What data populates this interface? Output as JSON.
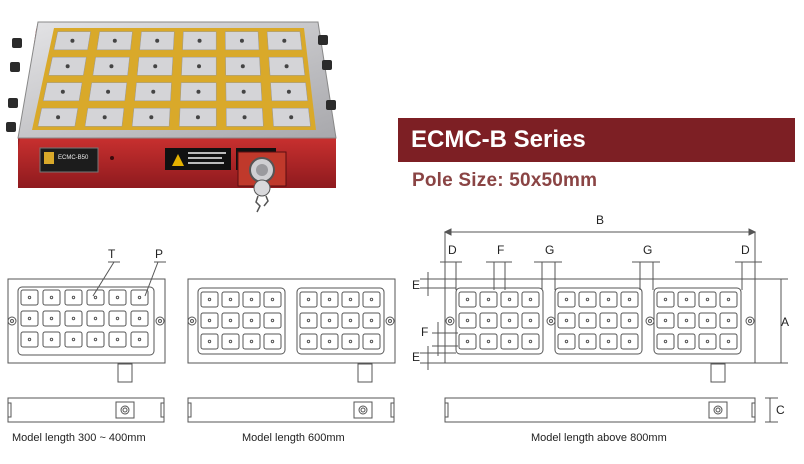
{
  "banner": {
    "title": "ECMC-B Series"
  },
  "subtitle": "Pole Size: 50x50mm",
  "photo": {
    "nameplate": "ECMC-B50",
    "colors": {
      "body": "#b8262b",
      "plate": "#c9c9cb",
      "grid": "#d9a92a"
    }
  },
  "drawing_labels": {
    "t": "T",
    "p": "P",
    "a": "A",
    "b": "B",
    "c": "C",
    "d": "D",
    "e": "E",
    "f": "F",
    "g": "G"
  },
  "captions": {
    "small": "Model length 300 ~ 400mm",
    "medium": "Model length 600mm",
    "large": "Model length above 800mm"
  }
}
